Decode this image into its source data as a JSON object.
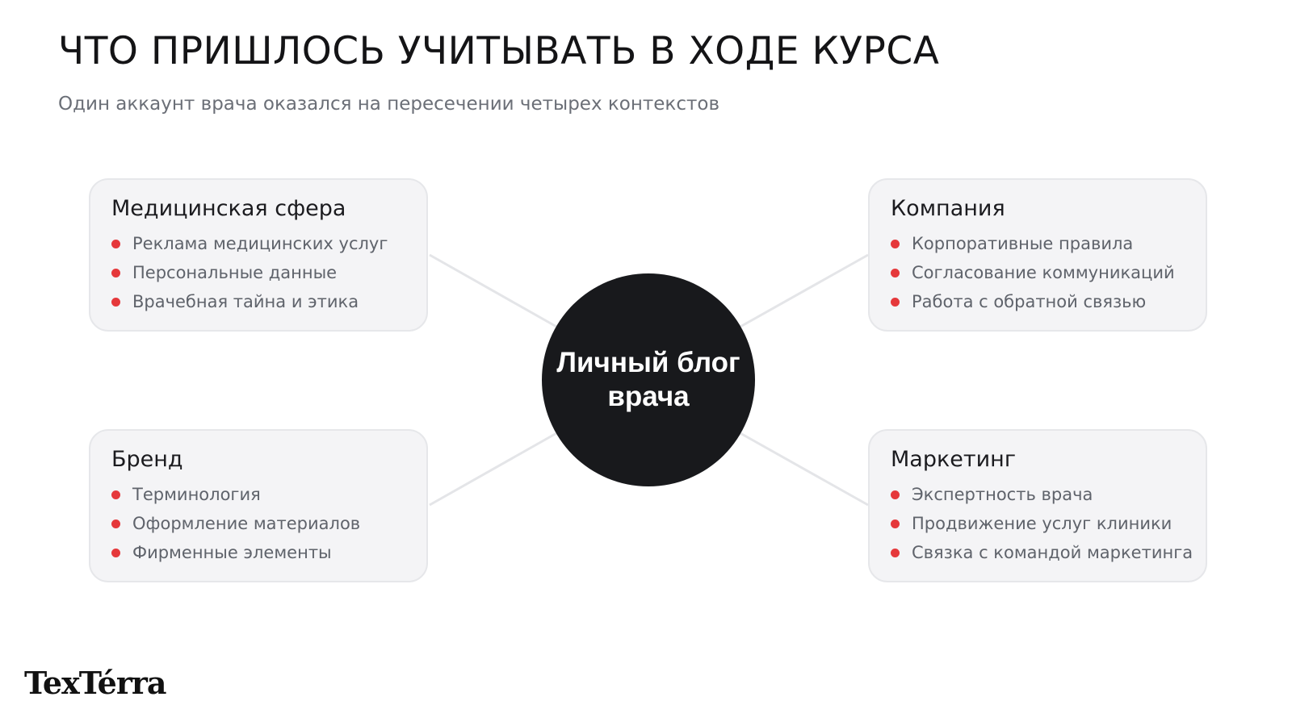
{
  "title": "ЧТО ПРИШЛОСЬ УЧИТЫВАТЬ В ХОДЕ КУРСА",
  "subtitle": "Один аккаунт врача оказался на пересечении четырех контекстов",
  "center": {
    "label": "Личный блог врача"
  },
  "cards": {
    "medical": {
      "title": "Медицинская сфера",
      "items": [
        "Реклама медицинских услуг",
        "Персональные данные",
        "Врачебная тайна и этика"
      ]
    },
    "company": {
      "title": "Компания",
      "items": [
        "Корпоративные правила",
        "Согласование коммуникаций",
        "Работа с обратной связью"
      ]
    },
    "brand": {
      "title": "Бренд",
      "items": [
        "Терминология",
        "Оформление материалов",
        "Фирменные элементы"
      ]
    },
    "marketing": {
      "title": "Маркетинг",
      "items": [
        "Экспертность врача",
        "Продвижение услуг клиники",
        "Связка с командой маркетинга"
      ]
    }
  },
  "logo": "TexTérra",
  "colors": {
    "accent": "#e5383b",
    "center_fill": "#18191c",
    "card_bg": "#f4f4f6",
    "connector": "#e4e5e8"
  }
}
